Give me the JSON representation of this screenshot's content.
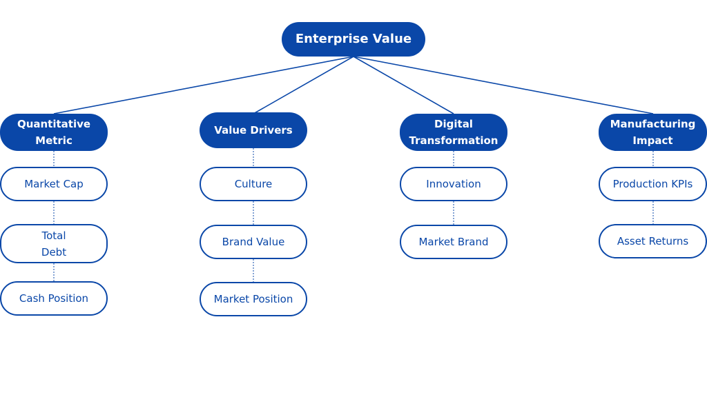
{
  "colors": {
    "primary": "#0a47a8",
    "background": "#ffffff",
    "leaf_text": "#0a47a8"
  },
  "root": {
    "label": "Enterprise Value"
  },
  "categories": [
    {
      "label": "Quantitative\nMetric",
      "children": [
        "Market Cap",
        "Total\nDebt",
        "Cash Position"
      ]
    },
    {
      "label": "Value Drivers",
      "children": [
        "Culture",
        "Brand Value",
        "Market Position"
      ]
    },
    {
      "label": "Digital\nTransformation",
      "children": [
        "Innovation",
        "Market Brand"
      ]
    },
    {
      "label": "Manufacturing\nImpact",
      "children": [
        "Production KPIs",
        "Asset Returns"
      ]
    }
  ]
}
